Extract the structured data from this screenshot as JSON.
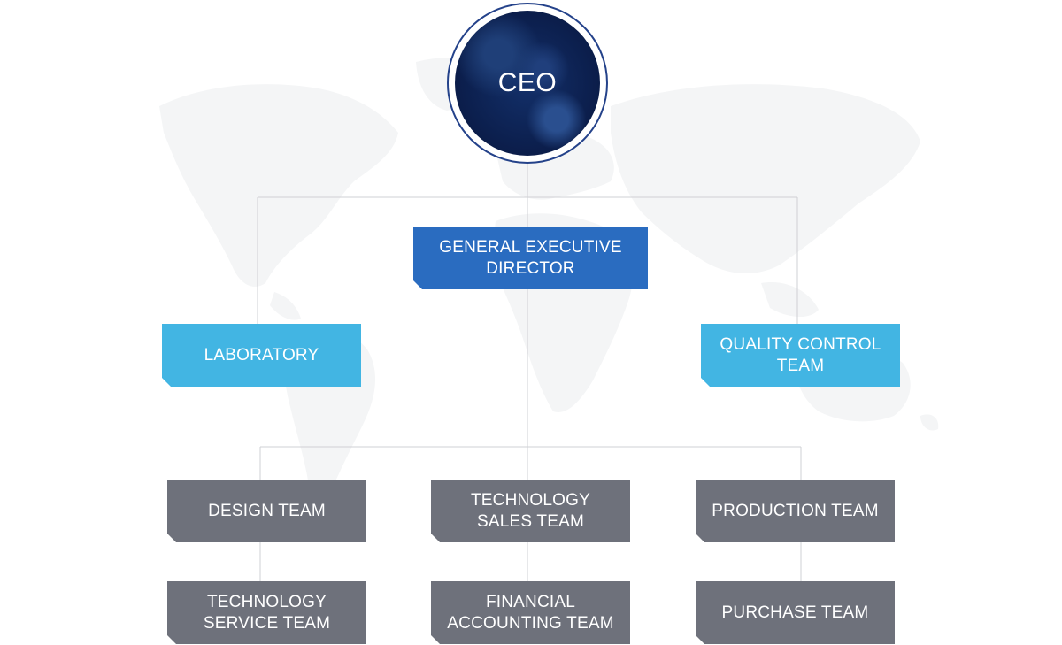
{
  "ceo": {
    "label": "CEO"
  },
  "general_director": {
    "line1": "GENERAL EXECUTIVE",
    "line2": "DIRECTOR"
  },
  "laboratory": {
    "label": "LABORATORY"
  },
  "quality_control": {
    "line1": "QUALITY CONTROL",
    "line2": "TEAM"
  },
  "teams": {
    "design": {
      "label": "DESIGN TEAM"
    },
    "technology_sales": {
      "line1": "TECHNOLOGY",
      "line2": "SALES TEAM"
    },
    "production": {
      "label": "PRODUCTION TEAM"
    },
    "technology_service": {
      "line1": "TECHNOLOGY",
      "line2": "SERVICE TEAM"
    },
    "financial_accounting": {
      "line1": "FINANCIAL",
      "line2": "ACCOUNTING TEAM"
    },
    "purchase": {
      "label": "PURCHASE TEAM"
    }
  },
  "colors": {
    "ceo_border": "#24428a",
    "director_box": "#2a6cc0",
    "staff_box": "#42b5e3",
    "team_box": "#6e717b",
    "connector": "#cfd0d4",
    "map": "#f4f5f6"
  }
}
